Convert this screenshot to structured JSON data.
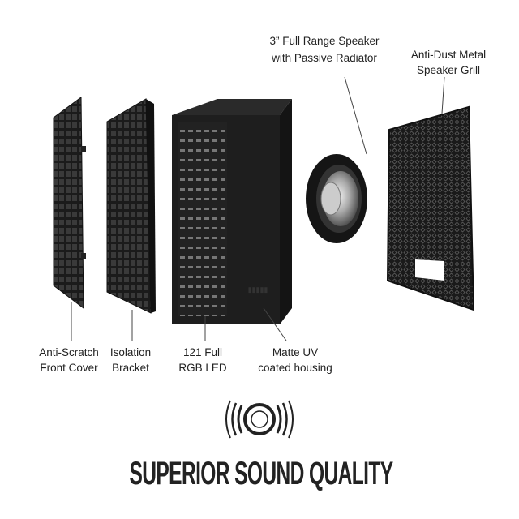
{
  "labels": {
    "front_cover": [
      "Anti-Scratch",
      "Front Cover"
    ],
    "bracket": [
      "Isolation",
      "Bracket"
    ],
    "led": [
      "121 Full",
      "RGB LED"
    ],
    "housing": [
      "Matte UV",
      "coated housing"
    ],
    "speaker": [
      "3” Full Range Speaker",
      "with Passive Radiator"
    ],
    "grill": [
      "Anti-Dust Metal",
      "Speaker Grill"
    ]
  },
  "headline": "SUPERIOR SOUND QUALITY",
  "icons": {
    "sound": "sound-waves-icon"
  },
  "colors": {
    "part": "#1b1b1b",
    "text": "#222222",
    "background": "#ffffff"
  }
}
